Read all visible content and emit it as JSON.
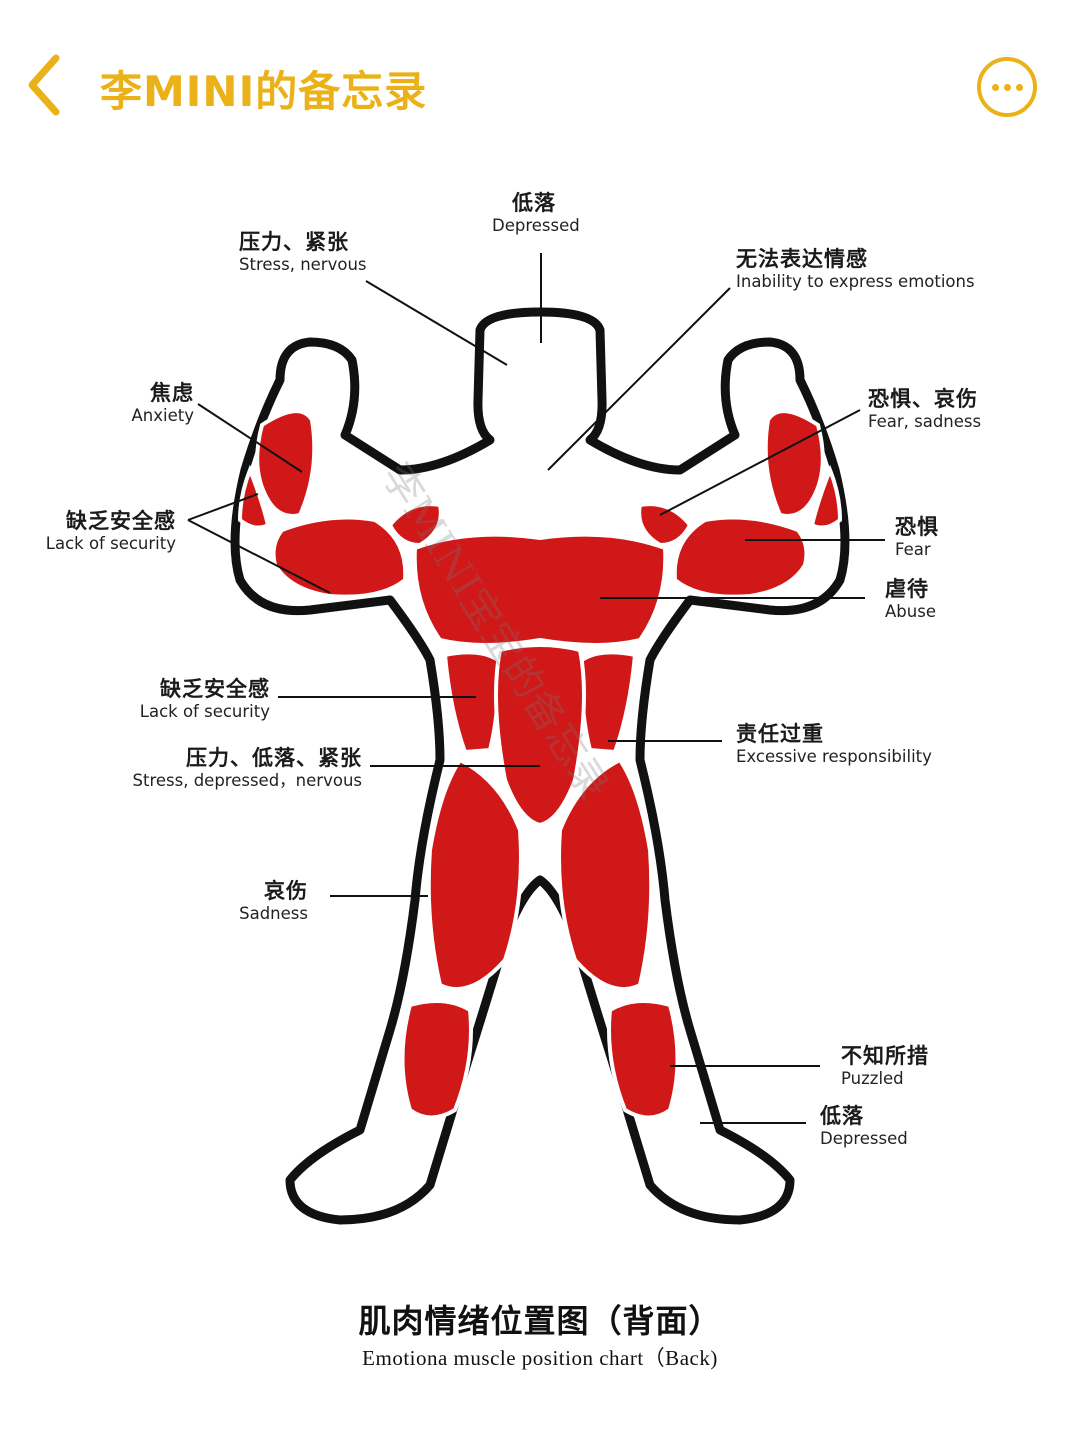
{
  "header": {
    "back_icon": "chevron-left-icon",
    "title": "李MINI的备忘录",
    "more_icon": "more-horizontal-icon",
    "accent_color": "#EBB118"
  },
  "diagram": {
    "title": "肌肉情绪位置图（背面）",
    "subtitle": "Emotiona muscle position chart（Back)",
    "watermark": "李MINI宝宝的备忘录",
    "muscle_color": "#D01818",
    "labels": [
      {
        "id": "neck",
        "zh": "低落",
        "en": "Depressed"
      },
      {
        "id": "upper-trap",
        "zh": "压力、紧张",
        "en": "Stress, nervous"
      },
      {
        "id": "mid-back",
        "zh": "无法表达情感",
        "en": "Inability to express emotions"
      },
      {
        "id": "forearm-left",
        "zh": "焦虑",
        "en": "Anxiety"
      },
      {
        "id": "forearm-right",
        "zh": "恐惧、哀伤",
        "en": "Fear, sadness"
      },
      {
        "id": "triceps-left",
        "zh": "缺乏安全感",
        "en": "Lack of security"
      },
      {
        "id": "triceps-right",
        "zh": "恐惧",
        "en": "Fear"
      },
      {
        "id": "lats",
        "zh": "虐待",
        "en": "Abuse"
      },
      {
        "id": "lower-back-left",
        "zh": "缺乏安全感",
        "en": "Lack of security"
      },
      {
        "id": "lower-back-right",
        "zh": "责任过重",
        "en": "Excessive responsibility"
      },
      {
        "id": "lumbar",
        "zh": "压力、低落、紧张",
        "en": "Stress, depressed，nervous"
      },
      {
        "id": "hamstring",
        "zh": "哀伤",
        "en": "Sadness"
      },
      {
        "id": "calf-upper",
        "zh": "不知所措",
        "en": "Puzzled"
      },
      {
        "id": "calf-lower",
        "zh": "低落",
        "en": "Depressed"
      }
    ]
  }
}
